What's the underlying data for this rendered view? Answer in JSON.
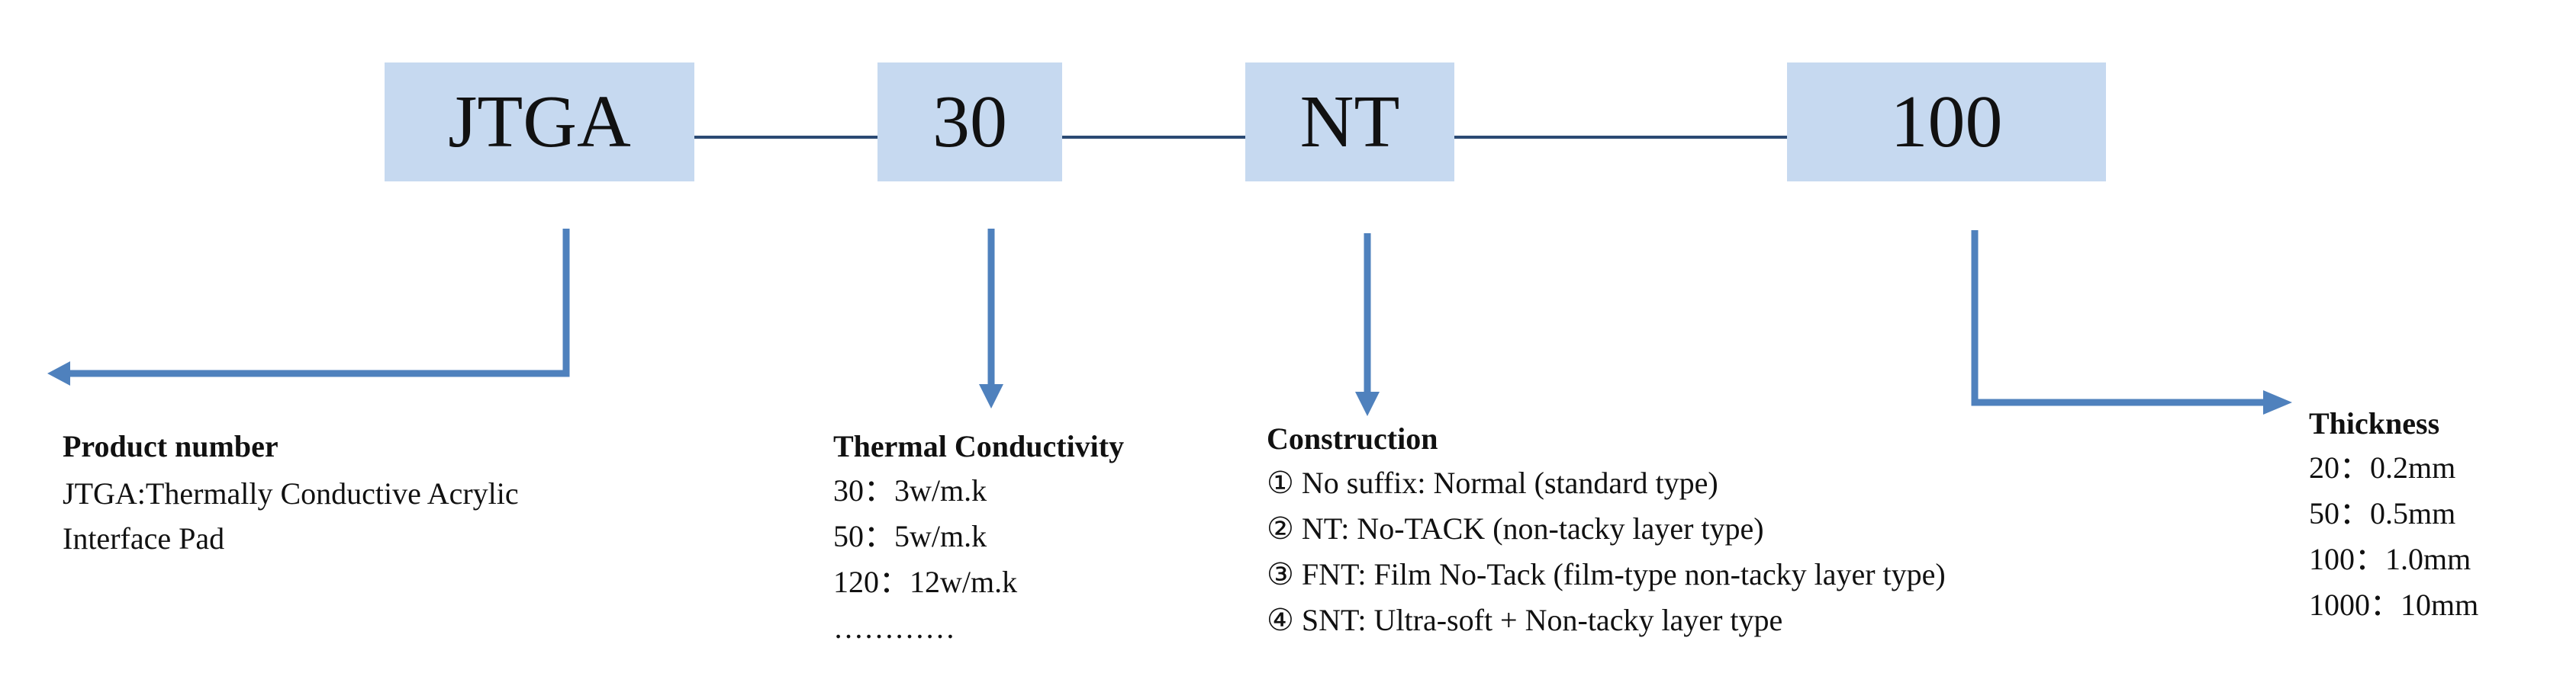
{
  "codes": [
    "JTGA",
    "30",
    "NT",
    "100"
  ],
  "colors": {
    "box_fill": "#c6d9f0",
    "connector": "#2b4a73",
    "arrow": "#4f81bd"
  },
  "descriptions": {
    "product": {
      "title": "Product number",
      "lines": [
        "JTGA:Thermally Conductive Acrylic",
        "Interface Pad"
      ]
    },
    "conductivity": {
      "title": "Thermal Conductivity",
      "lines": [
        "30：3w/m.k",
        "50：5w/m.k",
        "120：12w/m.k",
        "…………"
      ]
    },
    "construction": {
      "title": "Construction",
      "lines": [
        "① No suffix: Normal (standard type)",
        "② NT: No-TACK (non-tacky layer type)",
        "③ FNT: Film No-Tack (film-type non-tacky layer type)",
        "④ SNT: Ultra-soft + Non-tacky layer type"
      ]
    },
    "thickness": {
      "title": "Thickness",
      "lines": [
        "20：0.2mm",
        "50：0.5mm",
        "100：1.0mm",
        "1000：10mm"
      ]
    }
  }
}
